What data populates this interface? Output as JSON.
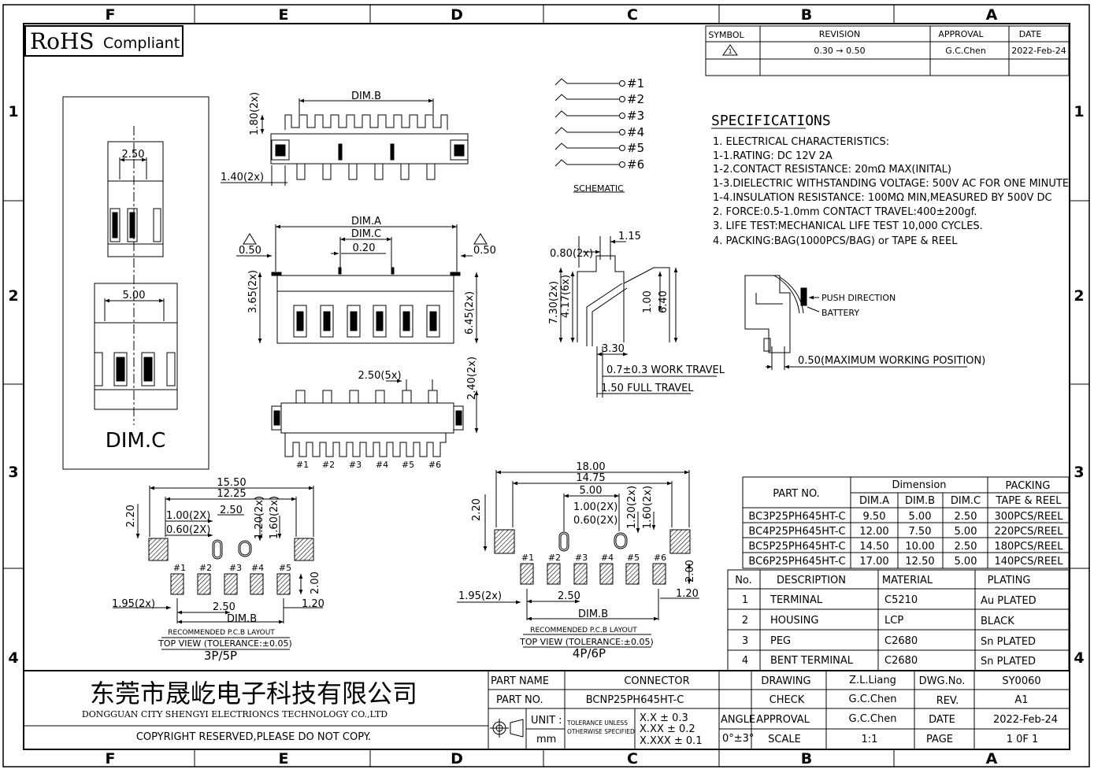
{
  "frame": {
    "cols": [
      "F",
      "E",
      "D",
      "C",
      "B",
      "A"
    ],
    "rows": [
      "1",
      "2",
      "3",
      "4"
    ]
  },
  "rohs": {
    "main": "RoHS",
    "sub": "Compliant"
  },
  "revision": {
    "headers": [
      "SYMBOL",
      "REVISION",
      "APPROVAL",
      "DATE"
    ],
    "row": {
      "symbol": "1",
      "revision": "0.30 → 0.50",
      "approval": "G.C.Chen",
      "date": "2022-Feb-24"
    }
  },
  "dimc_view": {
    "d1": "2.50",
    "d2": "5.00",
    "label": "DIM.C"
  },
  "front_view": {
    "dimb": "DIM.B",
    "h": "1.80(2x)",
    "w": "1.40(2x)"
  },
  "top_view": {
    "dima": "DIM.A",
    "dimc": "DIM.C",
    "p": "0.20",
    "left": "0.50",
    "right": "0.50",
    "h1": "3.65(2x)",
    "h2": "6.45(2x)"
  },
  "bottom_view": {
    "pitch": "2.50(5x)",
    "h": "2.40(2x)",
    "pins": [
      "#1",
      "#2",
      "#3",
      "#4",
      "#5",
      "#6"
    ]
  },
  "schematic": {
    "pins": [
      "#1",
      "#2",
      "#3",
      "#4",
      "#5",
      "#6"
    ],
    "label": "SCHEMATIC"
  },
  "side_view": {
    "a": "1.15",
    "b": "0.80(2x)",
    "c": "7.30(2x)",
    "d": "4.17(6x)",
    "e": "1.00",
    "f": "6.40",
    "g": "3.30",
    "work": "0.7±0.3 WORK TRAVEL",
    "full": "1.50 FULL TRAVEL"
  },
  "specifications": {
    "title": "SPECIFICATIONS",
    "lines": [
      "1. ELECTRICAL CHARACTERISTICS:",
      "   1-1.RATING: DC 12V 2A",
      "   1-2.CONTACT RESISTANCE: 20mΩ MAX(INITAL)",
      "   1-3.DIELECTRIC WITHSTANDING VOLTAGE: 500V AC FOR ONE MINUTE",
      "   1-4.INSULATION RESISTANCE: 100MΩ MIN,MEASURED BY 500V DC",
      "2. FORCE:0.5-1.0mm CONTACT TRAVEL:400±200gf.",
      "3. LIFE TEST:MECHANICAL LIFE TEST 10,000 CYCLES.",
      "4. PACKING:BAG(1000PCS/BAG) or TAPE & REEL"
    ]
  },
  "push": {
    "push": "PUSH DIRECTION",
    "battery": "BATTERY",
    "max": "0.50(MAXIMUM WORKING POSITION)"
  },
  "pcb35": {
    "d1": "15.50",
    "d2": "12.25",
    "d3": "2.20",
    "d4": "1.00(2X)",
    "d5": "2.50",
    "d6": "0.60(2X)",
    "d7": "1.20(2x)",
    "d8": "1.60(2x)",
    "pins": [
      "#1",
      "#2",
      "#3",
      "#4",
      "#5"
    ],
    "d9": "2.00",
    "d10": "1.20",
    "d11": "1.95(2x)",
    "d12": "2.50",
    "dimb": "DIM.B",
    "rec": "RECOMMENDED P.C.B LAYOUT",
    "tv": "TOP VIEW (TOLERANCE:±0.05)",
    "name": "3P/5P"
  },
  "pcb46": {
    "d1": "18.00",
    "d2": "14.75",
    "d3": "5.00",
    "d4": "1.00(2X)",
    "d6": "0.60(2X)",
    "d7": "1.20(2x)",
    "d8": "1.60(2x)",
    "d_h": "2.20",
    "pins": [
      "#1",
      "#2",
      "#3",
      "#4",
      "#5",
      "#6"
    ],
    "d9": "2.00",
    "d10": "1.20",
    "d11": "1.95(2x)",
    "d12": "2.50",
    "dimb": "DIM.B",
    "rec": "RECOMMENDED P.C.B LAYOUT",
    "tv": "TOP VIEW (TOLERANCE:±0.05)",
    "name": "4P/6P"
  },
  "dimension_table": {
    "head_part": "PART NO.",
    "head_dim": "Dimension",
    "head_pack": "PACKING",
    "sub": [
      "DIM.A",
      "DIM.B",
      "DIM.C",
      "TAPE & REEL"
    ],
    "rows": [
      [
        "BC3P25PH645HT-C",
        "9.50",
        "5.00",
        "2.50",
        "300PCS/REEL"
      ],
      [
        "BC4P25PH645HT-C",
        "12.00",
        "7.50",
        "5.00",
        "220PCS/REEL"
      ],
      [
        "BC5P25PH645HT-C",
        "14.50",
        "10.00",
        "2.50",
        "180PCS/REEL"
      ],
      [
        "BC6P25PH645HT-C",
        "17.00",
        "12.50",
        "5.00",
        "140PCS/REEL"
      ]
    ]
  },
  "material_table": {
    "headers": [
      "No.",
      "DESCRIPTION",
      "MATERIAL",
      "PLATING"
    ],
    "rows": [
      [
        "1",
        "TERMINAL",
        "C5210",
        "Au PLATED"
      ],
      [
        "2",
        "HOUSING",
        "LCP",
        "BLACK"
      ],
      [
        "3",
        "PEG",
        "C2680",
        "Sn PLATED"
      ],
      [
        "4",
        "BENT TERMINAL",
        "C2680",
        "Sn PLATED"
      ]
    ]
  },
  "title_block": {
    "company_cn": "东莞市晟屹电子科技有限公司",
    "company_en": "DONGGUAN CITY SHENGYI ELECTRIONCS TECHNOLOGY CO.,LTD",
    "copyright": "COPYRIGHT RESERVED,PLEASE DO NOT COPY.",
    "part_name_label": "PART NAME",
    "part_name": "CONNECTOR",
    "part_no_label": "PART NO.",
    "part_no": "BCNP25PH645HT-C",
    "unit_label": "UNIT :",
    "unit": "mm",
    "tol_label_1": "TOLERANCE UNLESS",
    "tol_label_2": "OTHERWISE SPECIFIED",
    "tol1": "X.X ± 0.3",
    "tol2": "X.XX ± 0.2",
    "tol3": "X.XXX ± 0.1",
    "angle_label": "ANGLE",
    "angle": "0°±3°",
    "drawing_label": "DRAWING",
    "drawing": "Z.L.Liang",
    "check_label": "CHECK",
    "check": "G.C.Chen",
    "approval_label": "APPROVAL",
    "approval": "G.C.Chen",
    "scale_label": "SCALE",
    "scale": "1:1",
    "dwg_label": "DWG.No.",
    "dwg": "SY0060",
    "rev_label": "REV.",
    "rev": "A1",
    "date_label": "DATE",
    "date": "2022-Feb-24",
    "page_label": "PAGE",
    "page": "1 0F 1"
  }
}
